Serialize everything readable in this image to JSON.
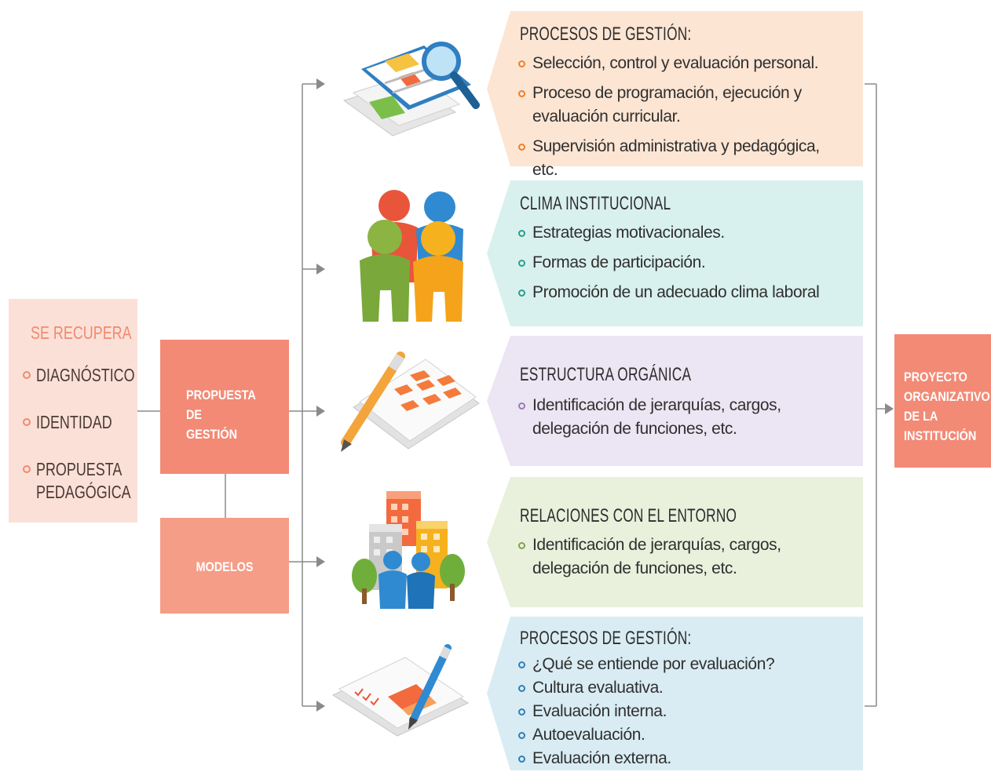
{
  "colors": {
    "salmon": "#f28a76",
    "salmon_light": "#fbe0d8",
    "connector": "#8a8a8a",
    "card1": "#fde5d3",
    "card2": "#d9f1ee",
    "card3": "#ece5f3",
    "card4": "#e9f0dc",
    "card5": "#d9ecf3",
    "bullet_orange": "#f07f2c",
    "bullet_teal": "#2a9d8f",
    "bullet_purple": "#9b7bb8",
    "bullet_green": "#7fa34a",
    "bullet_blue": "#2f7fb5"
  },
  "recupera": {
    "title": "SE RECUPERA",
    "items": [
      "DIAGNÓSTICO",
      "IDENTIDAD",
      "PROPUESTA",
      "PEDAGÓGICA"
    ]
  },
  "propuesta": {
    "lines": [
      "PROPUESTA",
      "DE",
      "GESTIÓN"
    ]
  },
  "modelos": {
    "label": "MODELOS"
  },
  "proyecto": {
    "lines": [
      "PROYECTO",
      "ORGANIZATIVO",
      "DE LA",
      "INSTITUCIÓN"
    ]
  },
  "cards": [
    {
      "title": "PROCESOS DE GESTIÓN:",
      "icon": "document-magnifier-icon",
      "items": [
        "Selección, control y evaluación personal.",
        "Proceso de programación, ejecución y evaluación curricular.",
        "Supervisión administrativa y pedagógica, etc."
      ]
    },
    {
      "title": "CLIMA INSTITUCIONAL",
      "icon": "people-group-icon",
      "items": [
        "Estrategias  motivacionales.",
        "Formas de participación.",
        "Promoción de un adecuado clima laboral"
      ]
    },
    {
      "title": "ESTRUCTURA ORGÁNICA",
      "icon": "org-chart-pencil-icon",
      "items": [
        "Identificación de jerarquías, cargos, delegación de funciones, etc."
      ]
    },
    {
      "title": "RELACIONES CON EL ENTORNO",
      "icon": "buildings-people-icon",
      "items": [
        "Identificación de jerarquías, cargos, delegación de funciones, etc."
      ]
    },
    {
      "title": "PROCESOS DE GESTIÓN:",
      "icon": "evaluation-document-pen-icon",
      "items": [
        "¿Qué se entiende por evaluación?",
        "Cultura evaluativa.",
        "Evaluación interna.",
        "Autoevaluación.",
        "Evaluación externa."
      ]
    }
  ]
}
